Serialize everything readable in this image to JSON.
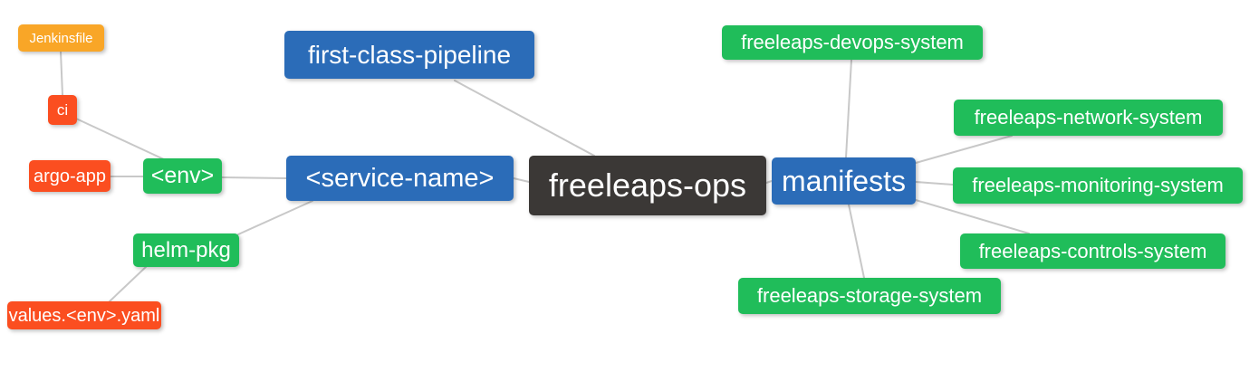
{
  "diagram": {
    "type": "mindmap",
    "title": "freeleaps-ops repository structure mind map",
    "root": {
      "label": "freeleaps-ops"
    },
    "nodes": {
      "jenkinsfile": {
        "label": "Jenkinsfile",
        "color": "#f9a627",
        "parent": "ci"
      },
      "ci": {
        "label": "ci",
        "color": "#fb4e20",
        "parent": "env"
      },
      "argo-app": {
        "label": "argo-app",
        "color": "#fb4e20",
        "parent": "env"
      },
      "env": {
        "label": "<env>",
        "color": "#20bd5a",
        "parent": "service-name"
      },
      "helm-pkg": {
        "label": "helm-pkg",
        "color": "#20bd5a",
        "parent": "service-name"
      },
      "values-yaml": {
        "label": "values.<env>.yaml",
        "color": "#fb4e20",
        "parent": "helm-pkg"
      },
      "fcp": {
        "label": "first-class-pipeline",
        "color": "#2b6cb8",
        "parent": "freeleaps-ops"
      },
      "service-name": {
        "label": "<service-name>",
        "color": "#2b6cb8",
        "parent": "freeleaps-ops"
      },
      "root": {
        "label": "freeleaps-ops",
        "color": "#3b3836",
        "parent": null
      },
      "manifests": {
        "label": "manifests",
        "color": "#2b6cb8",
        "parent": "freeleaps-ops"
      },
      "devops": {
        "label": "freeleaps-devops-system",
        "color": "#20bd5a",
        "parent": "manifests"
      },
      "network": {
        "label": "freeleaps-network-system",
        "color": "#20bd5a",
        "parent": "manifests"
      },
      "monitoring": {
        "label": "freeleaps-monitoring-system",
        "color": "#20bd5a",
        "parent": "manifests"
      },
      "controls": {
        "label": "freeleaps-controls-system",
        "color": "#20bd5a",
        "parent": "manifests"
      },
      "storage": {
        "label": "freeleaps-storage-system",
        "color": "#20bd5a",
        "parent": "manifests"
      }
    },
    "palette": {
      "root_bg": "#3b3836",
      "branch_bg": "#2b6cb8",
      "leaf_green_bg": "#20bd5a",
      "leaf_red_bg": "#fb4e20",
      "leaf_orange_bg": "#f9a627",
      "text": "#ffffff",
      "edge": "#c8c8c8",
      "canvas_bg": "#ffffff"
    }
  }
}
